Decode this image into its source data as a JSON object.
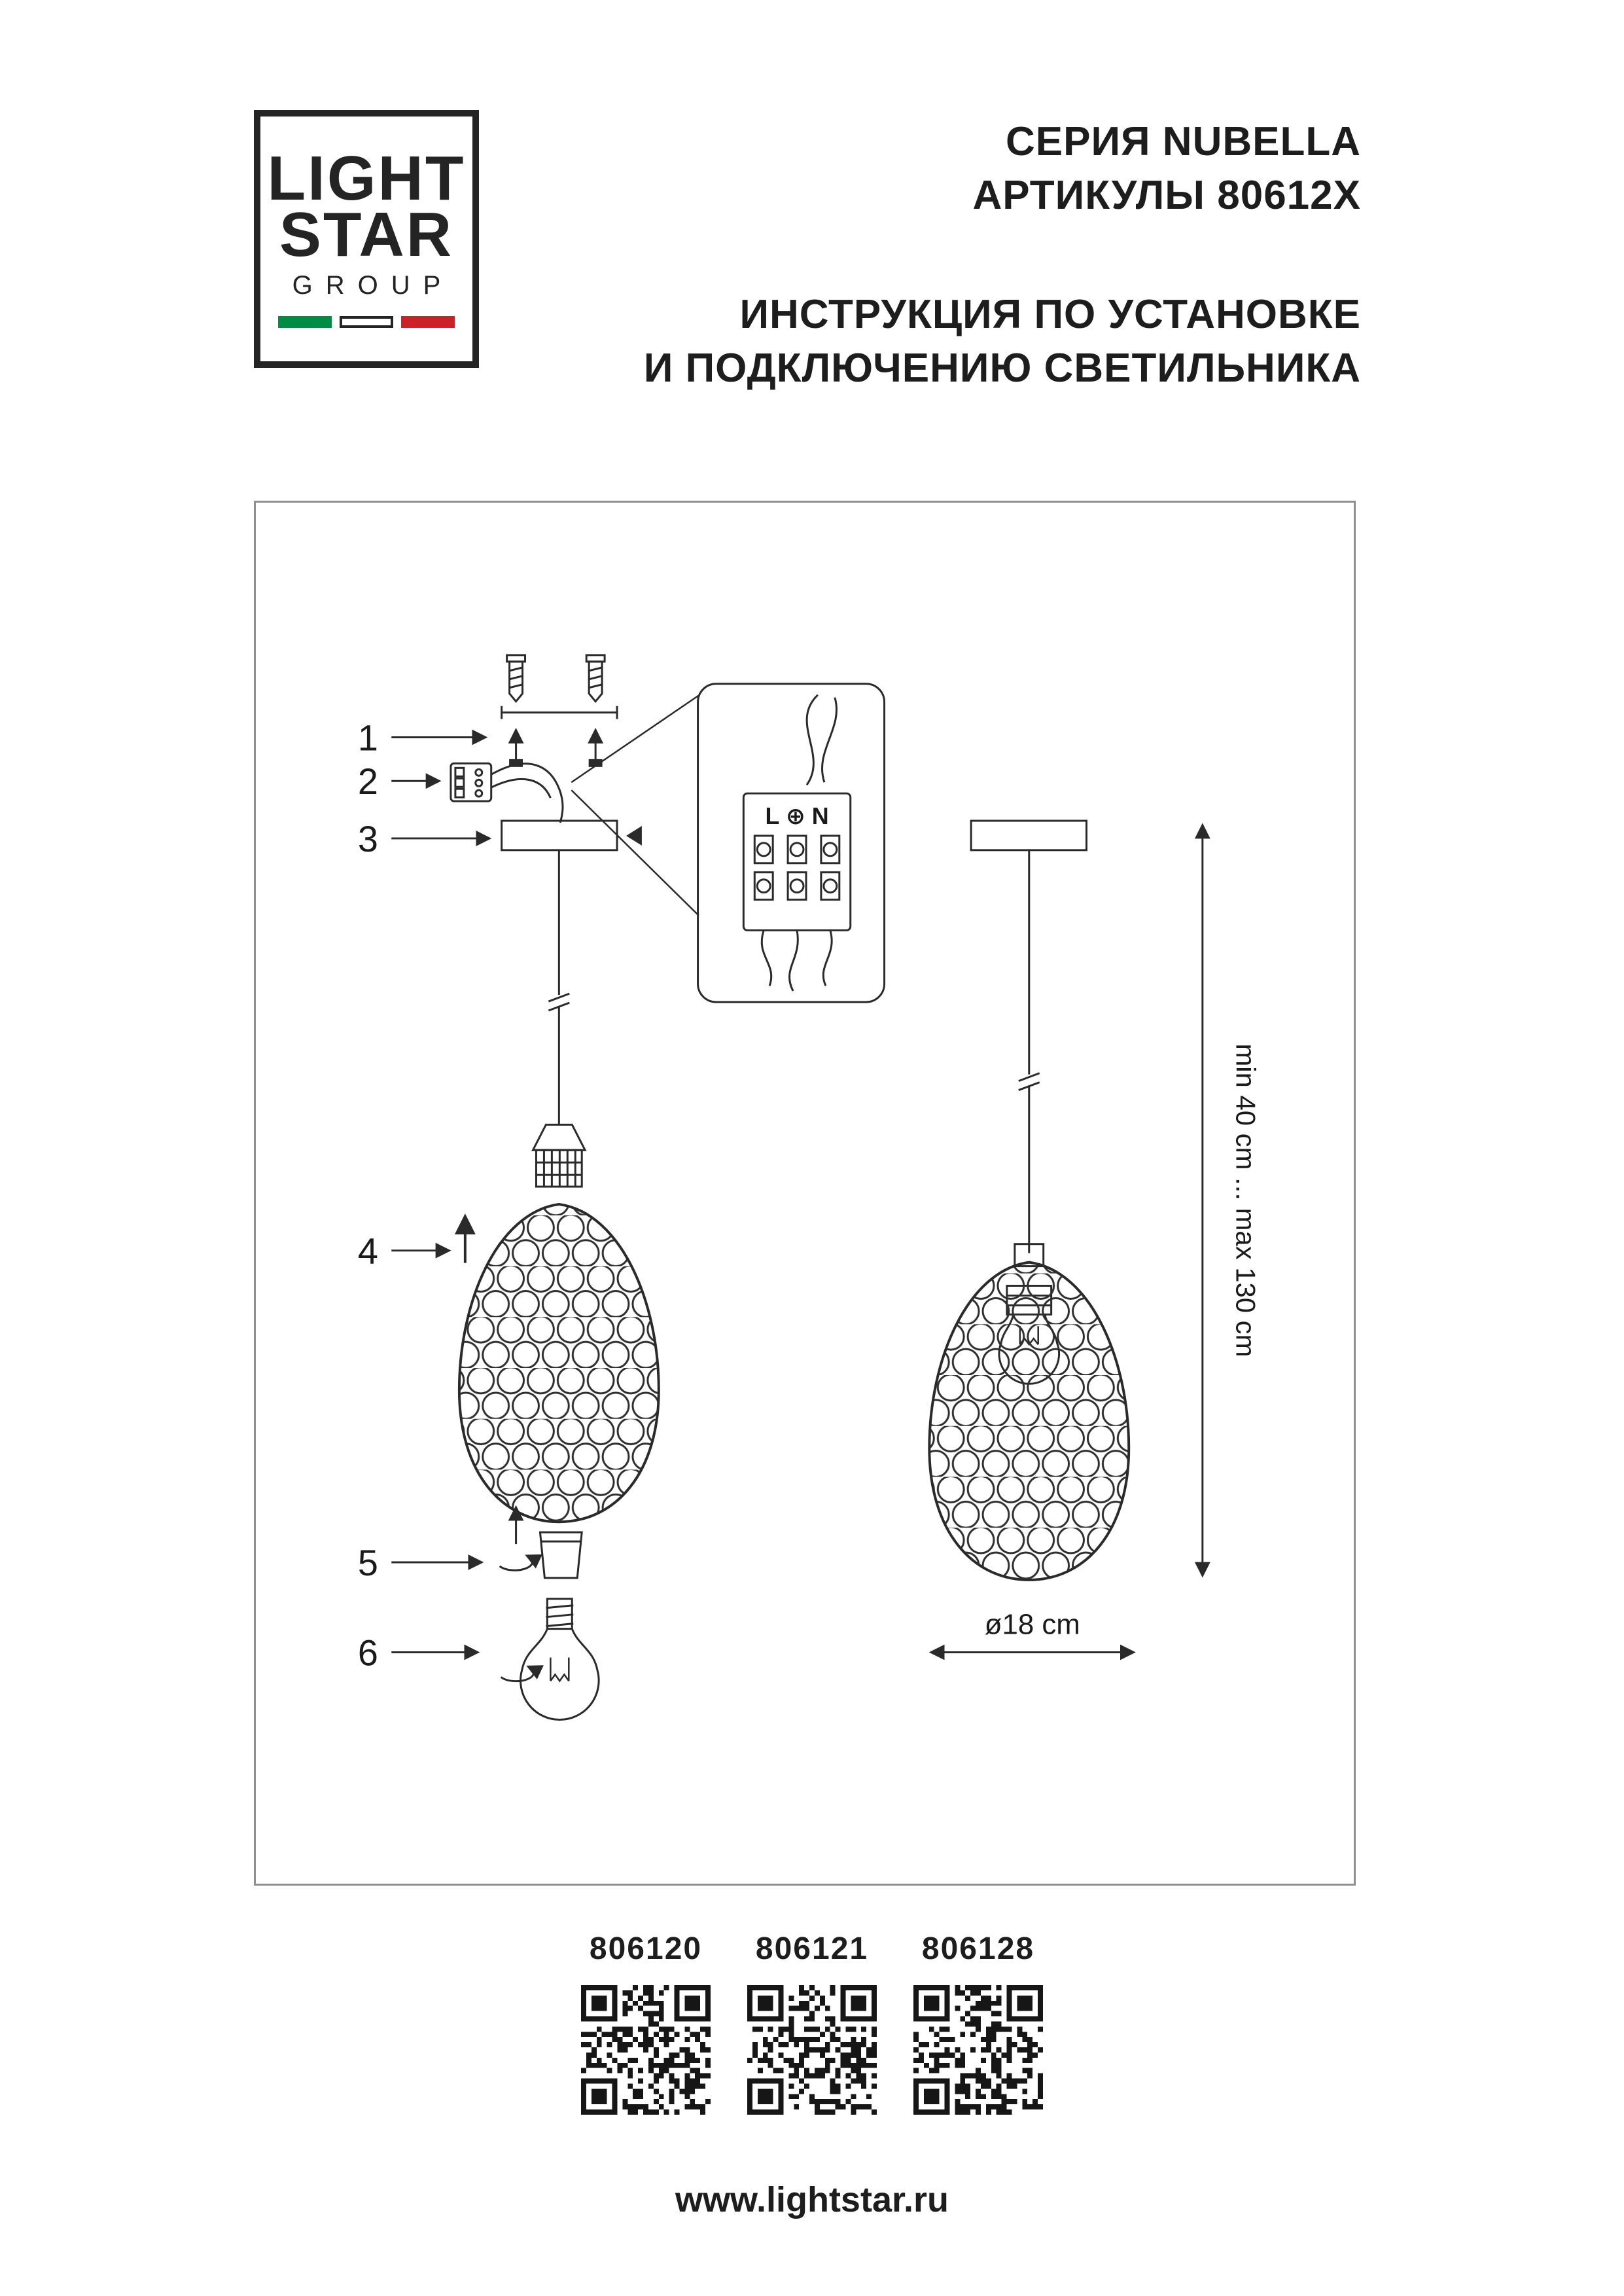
{
  "logo": {
    "word1": "LIGHT",
    "word2": "STAR",
    "word3": "GROUP"
  },
  "header": {
    "series": "СЕРИЯ NUBELLA",
    "articles": "АРТИКУЛЫ 80612X",
    "instruction_line1": "ИНСТРУКЦИЯ ПО УСТАНОВКЕ",
    "instruction_line2": "И ПОДКЛЮЧЕНИЮ СВЕТИЛЬНИКА"
  },
  "diagram": {
    "steps": [
      {
        "num": "1"
      },
      {
        "num": "2"
      },
      {
        "num": "3"
      },
      {
        "num": "4"
      },
      {
        "num": "5"
      },
      {
        "num": "6"
      }
    ],
    "inset": {
      "terminal_label": "L ⊕ N"
    },
    "dimensions": {
      "height": "min 40 cm ... max 130 cm",
      "diameter": "ø18 cm"
    }
  },
  "articles": [
    {
      "code": "806120"
    },
    {
      "code": "806121"
    },
    {
      "code": "806128"
    }
  ],
  "footer": {
    "url": "www.lightstar.ru"
  },
  "colors": {
    "flag_green": "#008C45",
    "flag_red": "#CD212A",
    "line": "#2a2a2a"
  }
}
